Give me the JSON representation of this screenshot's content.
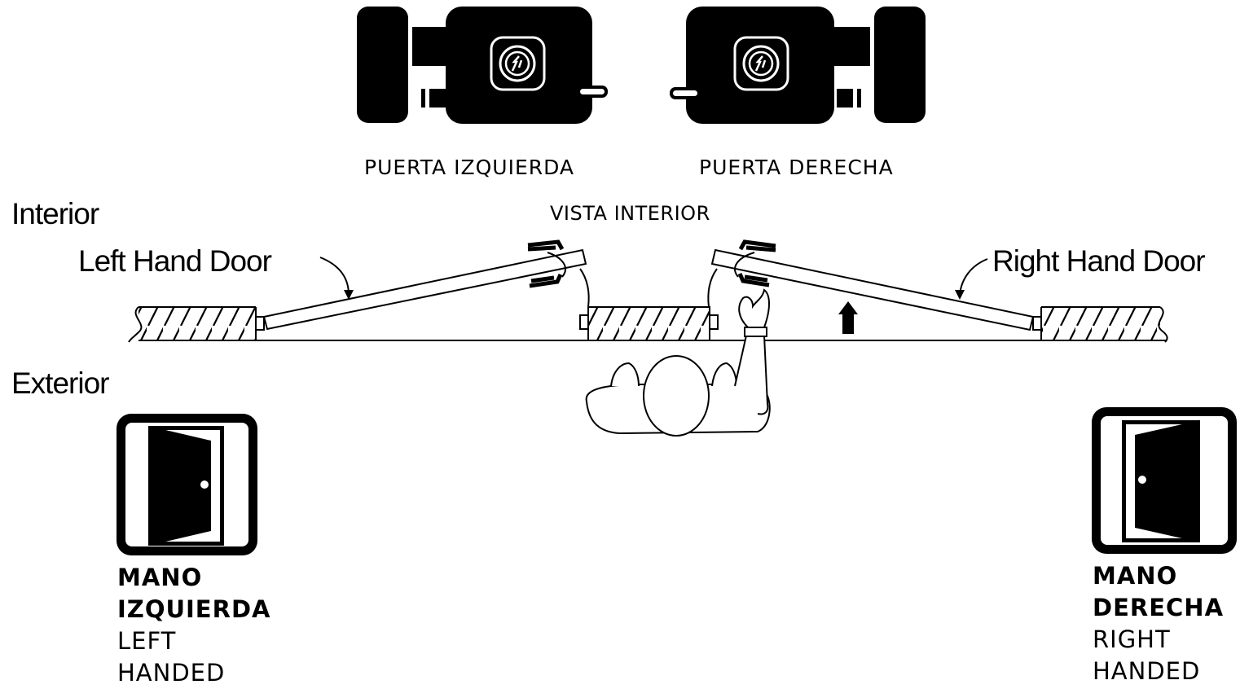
{
  "locks": {
    "left_caption": "PUERTA IZQUIERDA",
    "right_caption": "PUERTA DERECHA",
    "icon": "deadbolt-lock-icon"
  },
  "plan_view": {
    "view_title": "VISTA INTERIOR",
    "interior_label": "Interior",
    "exterior_label": "Exterior",
    "left_door_label": "Left Hand Door",
    "right_door_label": "Right Hand Door"
  },
  "legend": {
    "left": {
      "line1": "MANO",
      "line2": "IZQUIERDA",
      "line3": "LEFT",
      "line4": "HANDED",
      "icon": "left-handed-door-icon"
    },
    "right": {
      "line1": "MANO",
      "line2": "DERECHA",
      "line3": "RIGHT",
      "line4": "HANDED",
      "icon": "right-handed-door-icon"
    }
  },
  "colors": {
    "ink": "#000000",
    "paper": "#ffffff"
  }
}
